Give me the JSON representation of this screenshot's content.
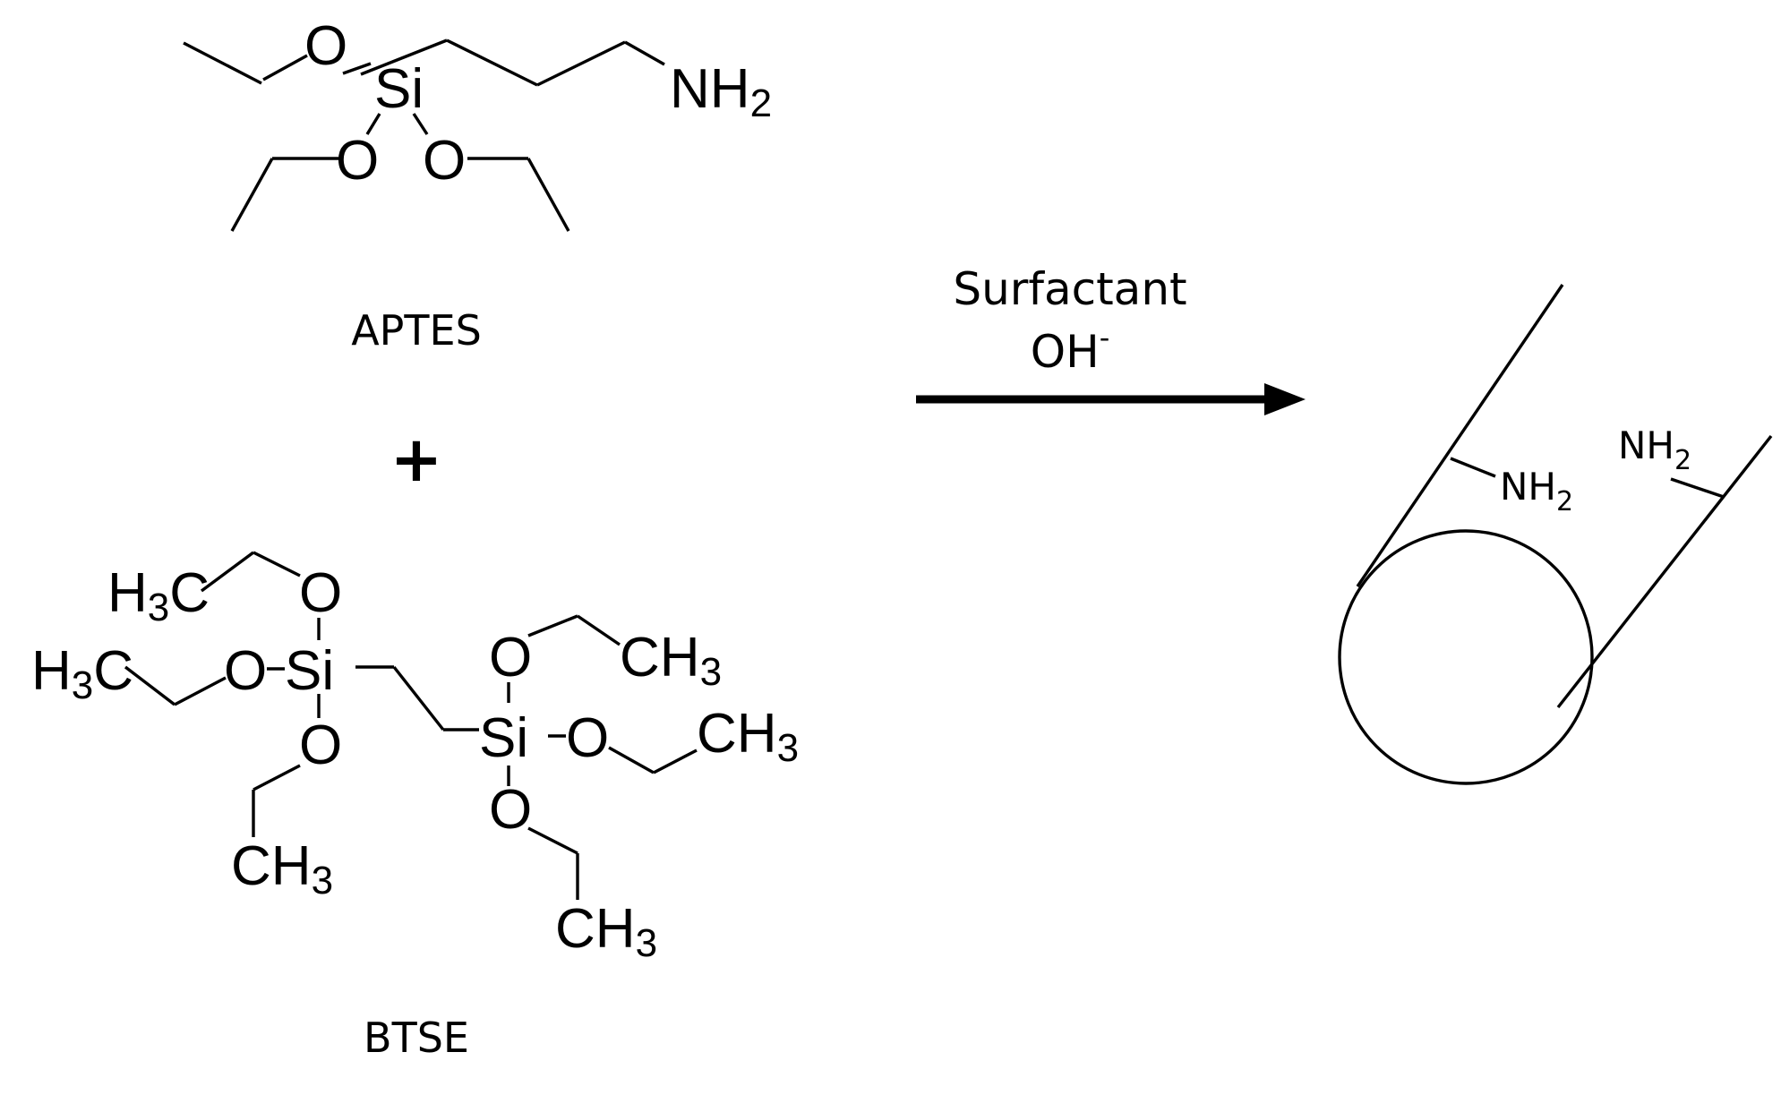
{
  "aptes": {
    "name": "APTES",
    "atoms": {
      "o": "O",
      "si": "Si",
      "n": "NH",
      "n_sub": "2"
    }
  },
  "plus_sign": "+",
  "btse": {
    "name": "BTSE",
    "atoms": {
      "o": "O",
      "si": "Si",
      "c": "CH",
      "c_left": "H",
      "c_left_tail": "C",
      "sub": "3"
    }
  },
  "reaction": {
    "condition_1": "Surfactant",
    "condition_2": "OH",
    "condition_2_sup": "-"
  },
  "product": {
    "group": "NH",
    "group_sub": "2"
  }
}
